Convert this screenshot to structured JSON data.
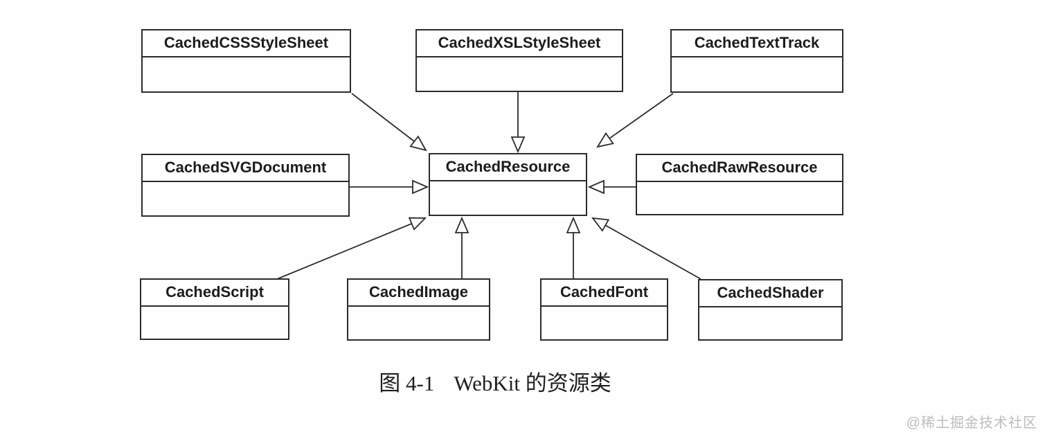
{
  "diagram": {
    "type": "uml-class-diagram",
    "classes": [
      {
        "name": "CachedCSSStyleSheet"
      },
      {
        "name": "CachedXSLStyleSheet"
      },
      {
        "name": "CachedTextTrack"
      },
      {
        "name": "CachedSVGDocument"
      },
      {
        "name": "CachedResource"
      },
      {
        "name": "CachedRawResource"
      },
      {
        "name": "CachedScript"
      },
      {
        "name": "CachedImage"
      },
      {
        "name": "CachedFont"
      },
      {
        "name": "CachedShader"
      }
    ],
    "inheritance": [
      {
        "from": "CachedCSSStyleSheet",
        "to": "CachedResource"
      },
      {
        "from": "CachedXSLStyleSheet",
        "to": "CachedResource"
      },
      {
        "from": "CachedTextTrack",
        "to": "CachedResource"
      },
      {
        "from": "CachedSVGDocument",
        "to": "CachedResource"
      },
      {
        "from": "CachedRawResource",
        "to": "CachedResource"
      },
      {
        "from": "CachedScript",
        "to": "CachedResource"
      },
      {
        "from": "CachedImage",
        "to": "CachedResource"
      },
      {
        "from": "CachedFont",
        "to": "CachedResource"
      },
      {
        "from": "CachedShader",
        "to": "CachedResource"
      }
    ],
    "colors": {
      "line": "#2b2b2b",
      "background": "#fefefe",
      "watermark": "#bcbcbc"
    }
  },
  "caption": {
    "figure_label": "图 4-1",
    "title": "WebKit 的资源类"
  },
  "watermark": "@稀土掘金技术社区"
}
